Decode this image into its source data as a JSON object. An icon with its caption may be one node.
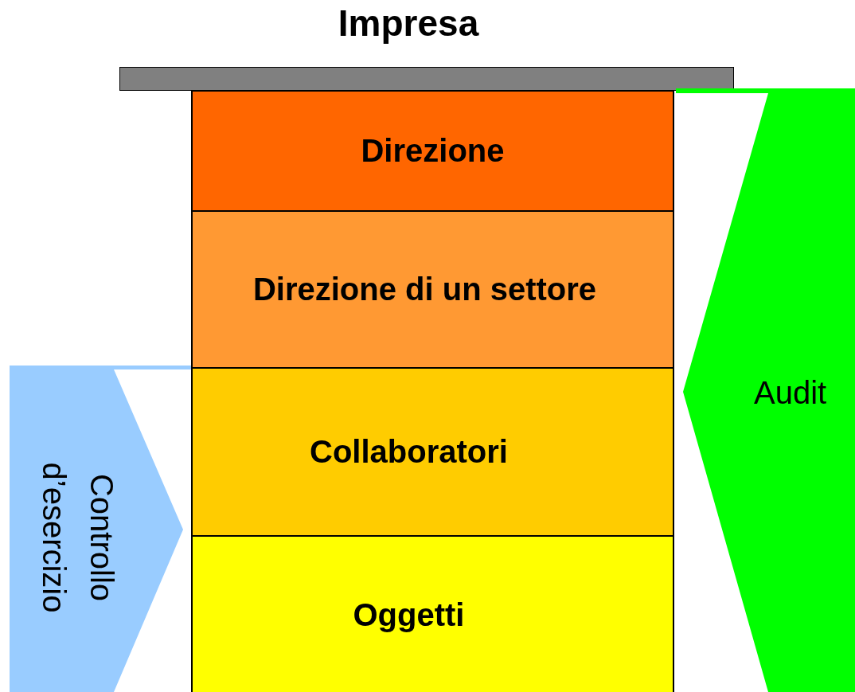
{
  "diagram": {
    "title": "Impresa",
    "nodes": [
      {
        "text": [],
        "shape": "bar"
      },
      {
        "text": [
          "Direzione"
        ]
      },
      {
        "text": [
          "Direzione di un settore"
        ]
      },
      {
        "text": [
          "Collaboratori"
        ]
      },
      {
        "text": [
          "Oggetti"
        ]
      },
      {
        "text": [
          "Controllo d’esercizio"
        ]
      },
      {
        "text": [
          "Audit"
        ]
      }
    ]
  }
}
